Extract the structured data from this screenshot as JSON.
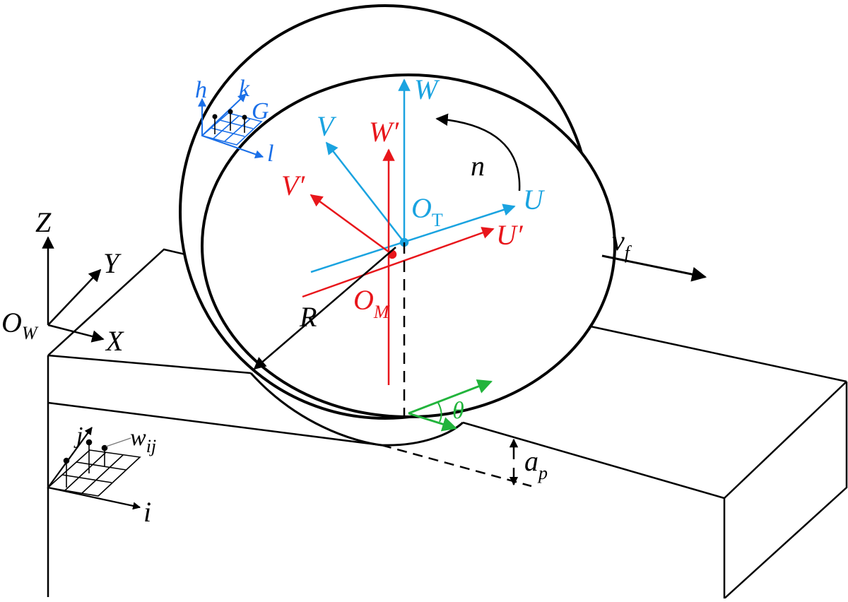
{
  "colors": {
    "black": "#000000",
    "cyan": "#1aa3e0",
    "red": "#e8161b",
    "blue": "#1a6fe8",
    "green": "#22b43c"
  },
  "workpiece": {
    "frame": {
      "origin": "O",
      "origin_sub": "W",
      "x": "X",
      "y": "Y",
      "z": "Z"
    },
    "grid": {
      "i": "i",
      "j": "j",
      "w": "w",
      "w_sub": "ij"
    },
    "depth": {
      "label": "a",
      "label_sub": "p"
    }
  },
  "feed": {
    "label": "v",
    "label_sub": "f"
  },
  "tool": {
    "radius": "R",
    "rotation": "n",
    "angle": "θ",
    "tool_frame": {
      "origin": "O",
      "origin_sub": "T",
      "u": "U",
      "v": "V",
      "w": "W"
    },
    "machine_frame": {
      "origin": "O",
      "origin_sub": "M",
      "u": "U′",
      "v": "V′",
      "w": "W′"
    },
    "grain_frame": {
      "g": "G",
      "h": "h",
      "k": "k",
      "l": "l"
    }
  }
}
